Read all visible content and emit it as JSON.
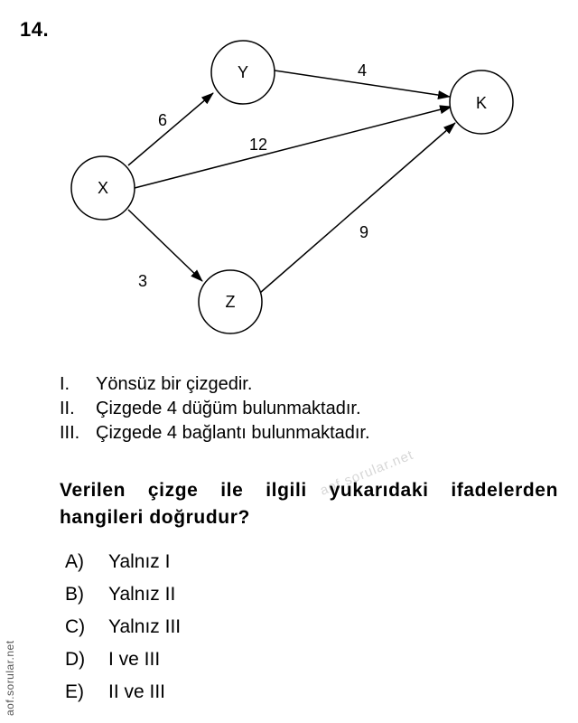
{
  "question_number": "14.",
  "graph": {
    "nodes": [
      {
        "id": "X",
        "label": "X"
      },
      {
        "id": "Y",
        "label": "Y"
      },
      {
        "id": "Z",
        "label": "Z"
      },
      {
        "id": "K",
        "label": "K"
      }
    ],
    "edges": [
      {
        "from": "X",
        "to": "Y",
        "weight": "6"
      },
      {
        "from": "X",
        "to": "K",
        "weight": "12"
      },
      {
        "from": "X",
        "to": "Z",
        "weight": "3"
      },
      {
        "from": "Y",
        "to": "K",
        "weight": "4"
      },
      {
        "from": "Z",
        "to": "K",
        "weight": "9"
      }
    ]
  },
  "statements": [
    {
      "num": "I.",
      "text": "Yönsüz bir çizgedir."
    },
    {
      "num": "II.",
      "text": "Çizgede 4 düğüm bulunmaktadır."
    },
    {
      "num": "III.",
      "text": "Çizgede 4 bağlantı bulunmaktadır."
    }
  ],
  "question_text": "Verilen çizge ile ilgili yukarıdaki ifadelerden hangileri doğrudur?",
  "options": [
    {
      "letter": "A)",
      "text": "Yalnız I"
    },
    {
      "letter": "B)",
      "text": "Yalnız II"
    },
    {
      "letter": "C)",
      "text": "Yalnız III"
    },
    {
      "letter": "D)",
      "text": "I ve III"
    },
    {
      "letter": "E)",
      "text": "II ve III"
    }
  ],
  "watermarks": {
    "center": "aof.sorular.net",
    "side": "aof.sorular.net"
  }
}
